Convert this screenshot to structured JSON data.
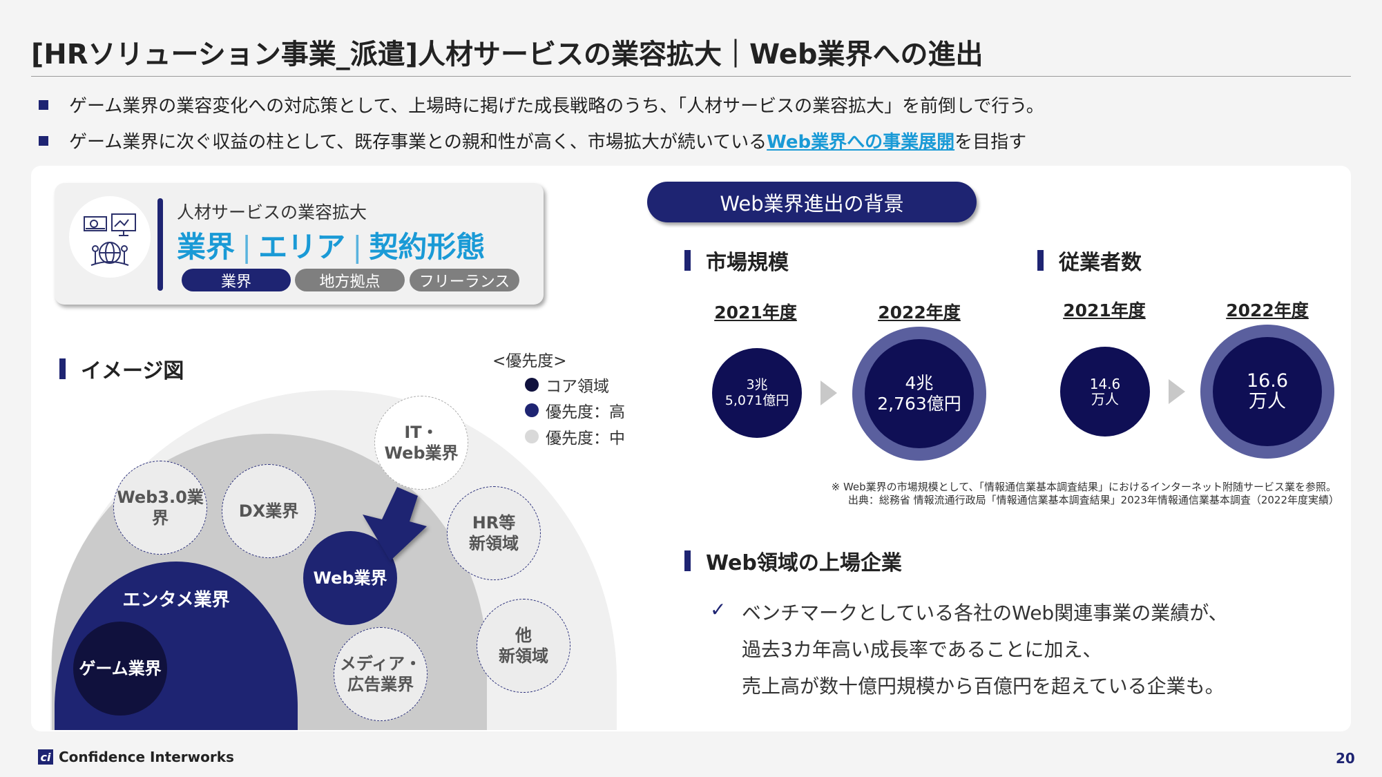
{
  "title": "[HRソリューション事業_派遣]人材サービスの業容拡大｜Web業界への進出",
  "bullets": [
    {
      "text": "ゲーム業界の業容変化への対応策として、上場時に掲げた成長戦略のうち、「人材サービスの業容拡大」を前倒しで行う。"
    },
    {
      "text_before": "ゲーム業界に次ぐ収益の柱として、既存事業との親和性が高く、市場拡大が続いている",
      "link": "Web業界への事業展開",
      "text_after": "を目指す"
    }
  ],
  "card": {
    "subtitle": "人材サービスの業容拡大",
    "big": [
      "業界",
      "エリア",
      "契約形態"
    ],
    "separator": "|",
    "pills": [
      "業界",
      "地方拠点",
      "フリーランス"
    ]
  },
  "image_section": {
    "heading": "イメージ図",
    "legend_title": "<優先度>",
    "legend": [
      {
        "label": "コア領域",
        "color": "#10113d"
      },
      {
        "label": "優先度：高",
        "color": "#1e2472"
      },
      {
        "label": "優先度：中",
        "color": "#d9d9d9"
      }
    ],
    "circles": {
      "entame": "エンタメ業界",
      "game": "ゲーム業界",
      "web3": "Web3.0業界",
      "dx": "DX業界",
      "web": "Web業界",
      "it_web": [
        "IT・",
        "Web業界"
      ],
      "hr": [
        "HR等",
        "新領域"
      ],
      "other": [
        "他",
        "新領域"
      ],
      "media": [
        "メディア・",
        "広告業界"
      ]
    }
  },
  "background": {
    "header": "Web業界進出の背景",
    "market": {
      "heading": "市場規模",
      "years": [
        "2021年度",
        "2022年度"
      ],
      "values": [
        [
          "3兆",
          "5,071億円"
        ],
        [
          "4兆",
          "2,763億円"
        ]
      ]
    },
    "employees": {
      "heading": "従業者数",
      "years": [
        "2021年度",
        "2022年度"
      ],
      "values": [
        [
          "14.6",
          "万人"
        ],
        [
          "16.6",
          "万人"
        ]
      ]
    },
    "notes": [
      "※ Web業界の市場規模として、「情報通信業基本調査結果」におけるインターネット附随サービス業を参照。",
      "出典：総務省 情報流通行政局「情報通信業基本調査結果」2023年情報通信業基本調査（2022年度実績）"
    ]
  },
  "listed": {
    "heading": "Web領域の上場企業",
    "check": "✓",
    "lines": [
      "ベンチマークとしている各社のWeb関連事業の業績が、",
      "過去3カ年高い成長率であることに加え、",
      "売上高が数十億円規模から百億円を超えている企業も。"
    ]
  },
  "footer": {
    "logo_mark": "ci",
    "company": "Confidence Interworks",
    "page": "20"
  },
  "colors": {
    "navy": "#1e2472",
    "accent": "#1a9ad6",
    "core": "#10113d"
  }
}
